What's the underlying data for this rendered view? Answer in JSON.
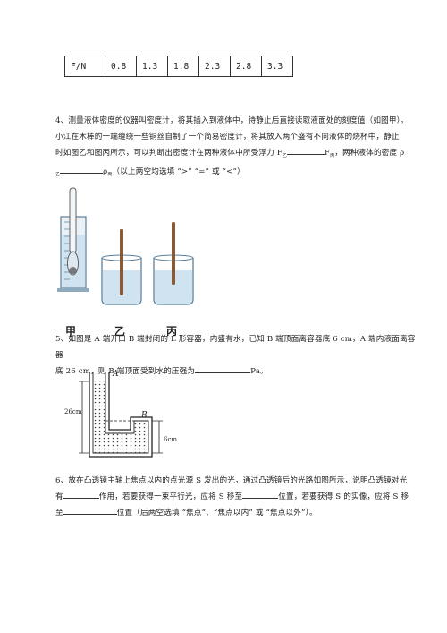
{
  "table": {
    "header": "F/N",
    "values": [
      "0.8",
      "1.3",
      "1.8",
      "2.3",
      "2.8",
      "3.3"
    ]
  },
  "q4": {
    "l1": "4、测量液体密度的仪器叫密度计，将其插入到液体中，待静止后直接读取液面处的刻度值（如图甲）。",
    "l2": "小江在木棒的一端缠绕一些铜丝自制了一个简易密度计，将其放入两个盛有不同液体的烧杯中，静止",
    "l3a": "时如图乙和图丙所示，可以判断出密度计在两种液体中所受浮力 F",
    "sub_yi": "乙",
    "l3b": "F",
    "sub_bing": "丙",
    "l3c": "，两种液体的密度 ρ",
    "l4a": "ρ",
    "l4b": "（以上两空均选填 “>” “=” 或 “<”）"
  },
  "figure4": {
    "captions": [
      "甲",
      "乙",
      "丙"
    ],
    "colors": {
      "liquid": "#cfe3f1",
      "rod": "#8a5a35",
      "glass": "#5a7f9a"
    }
  },
  "q5": {
    "l1": "5、如图是 A 端开口 B 端封闭的 L 形容器，内盛有水，已知 B 端顶面离容器底 6 cm，A 端内液面离容器",
    "l2a": "底 26 cm，则 B 端顶面受到水的压强为",
    "l2b": "Pa。"
  },
  "figure5": {
    "label_a": "A",
    "label_b": "B",
    "dim_left": "26cm",
    "dim_right": "6cm"
  },
  "q6": {
    "l1": "6、放在凸透镜主轴上焦点以内的点光源 S 发出的光，通过凸透镜后的光路如图所示，说明凸透镜对光",
    "l2a": "有",
    "l2b": "作用，若要获得一束平行光，应将 S 移至",
    "l2c": "位置，若要获得 S 的实像，应将 S 移",
    "l3a": "至",
    "l3b": "位置（后两空选填 “焦点”、“焦点以内” 或 “焦点以外”）。"
  }
}
